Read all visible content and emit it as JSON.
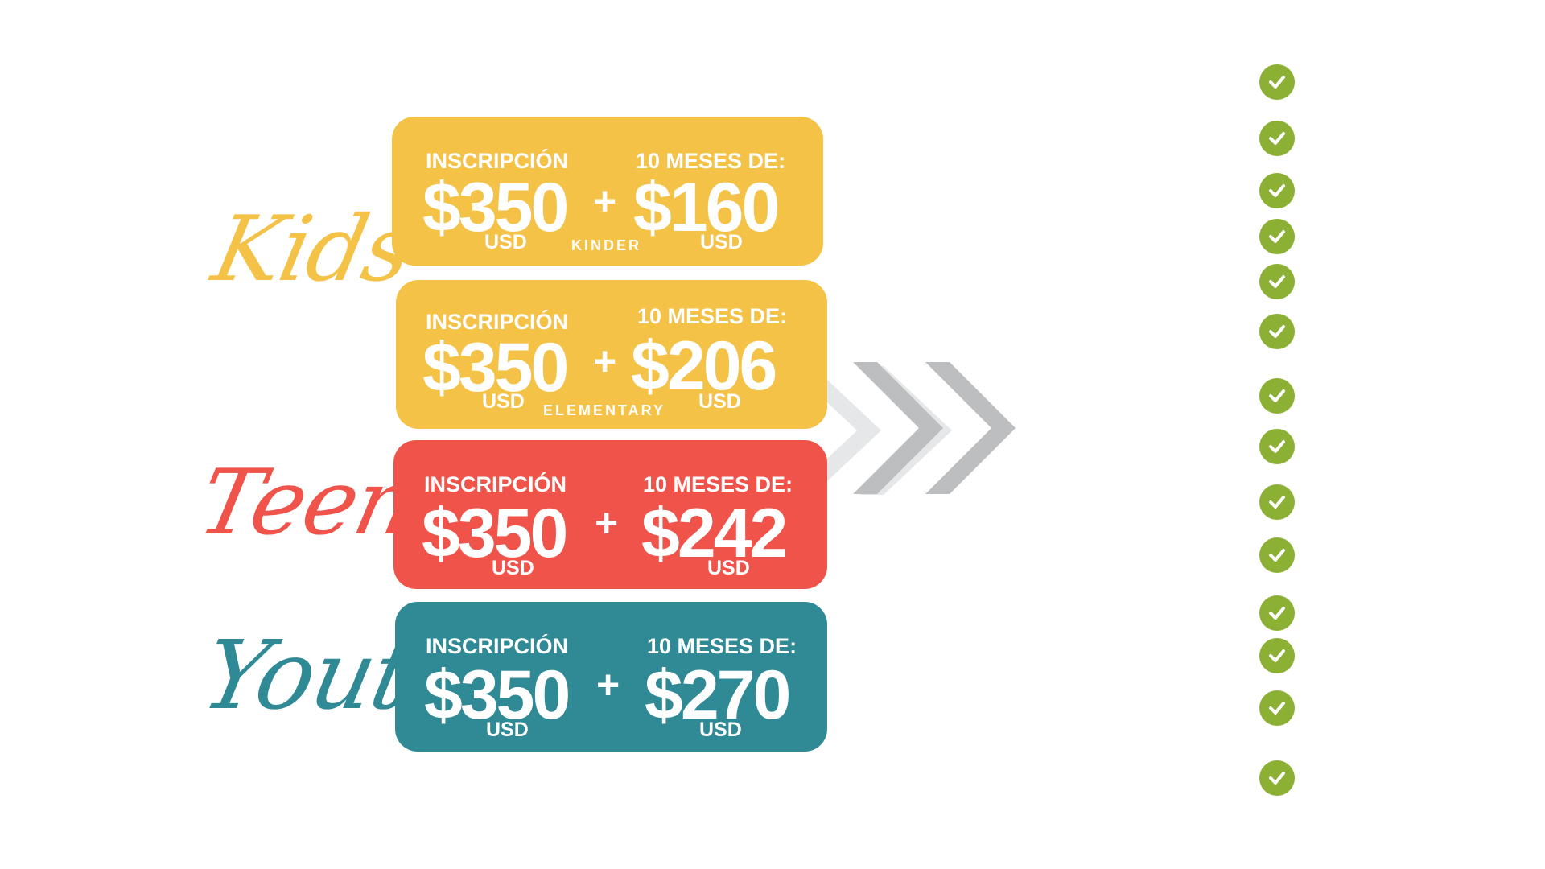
{
  "colors": {
    "kids": "#f4c247",
    "teens": "#ef534a",
    "youth": "#2f8a95",
    "chevron": "#bcbec0",
    "check": "#8bb033"
  },
  "labels": {
    "kids": "Kids",
    "teens": "Teens",
    "youth": "Youth"
  },
  "cards": [
    {
      "inscripcion": "INSCRIPCIÓN",
      "registration": "$350",
      "months_label": "10 MESES DE:",
      "plus": "+",
      "monthly": "$160",
      "usd1": "USD",
      "usd2": "USD",
      "level": "KINDER"
    },
    {
      "inscripcion": "INSCRIPCIÓN",
      "registration": "$350",
      "months_label": "10 MESES DE:",
      "plus": "+",
      "monthly": "$206",
      "usd1": "USD",
      "usd2": "USD",
      "level": "ELEMENTARY"
    },
    {
      "inscripcion": "INSCRIPCIÓN",
      "registration": "$350",
      "months_label": "10 MESES DE:",
      "plus": "+",
      "monthly": "$242",
      "usd1": "USD",
      "usd2": "USD"
    },
    {
      "inscripcion": "INSCRIPCIÓN",
      "registration": "$350",
      "months_label": "10 MESES DE:",
      "plus": "+",
      "monthly": "$270",
      "usd1": "USD",
      "usd2": "USD"
    }
  ],
  "icons": {
    "arrow": "chevron-right-icon",
    "check": "check-circle-icon"
  },
  "checklist_count": 14
}
